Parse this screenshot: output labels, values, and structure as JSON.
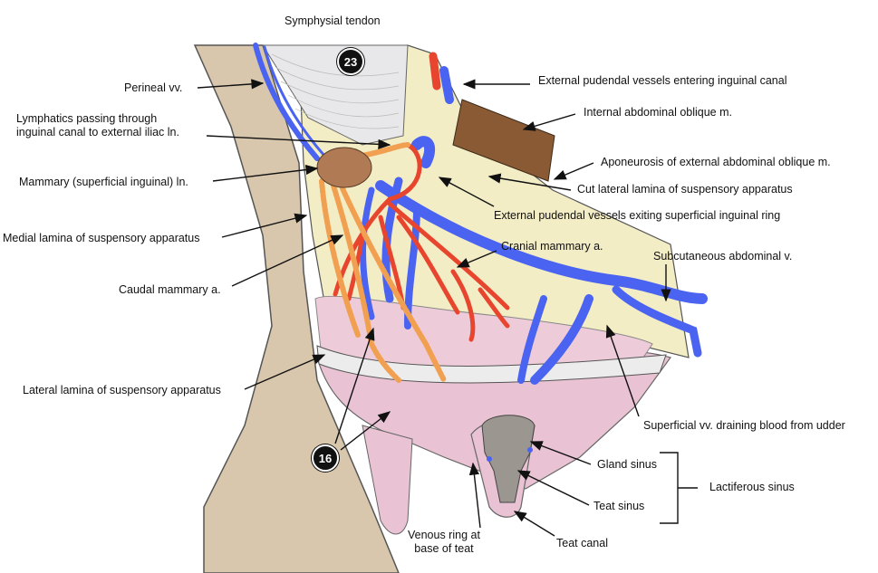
{
  "labels": {
    "symphysial_tendon": "Symphysial tendon",
    "perineal_vv": "Perineal vv.",
    "lymphatics": "Lymphatics passing through\ninguinal canal to external iliac ln.",
    "mammary_ln": "Mammary (superficial inguinal) ln.",
    "medial_lamina": "Medial lamina of suspensory apparatus",
    "caudal_mammary_a": "Caudal mammary a.",
    "lateral_lamina": "Lateral lamina of suspensory apparatus",
    "ext_pudendal_entering": "External pudendal vessels entering inguinal canal",
    "internal_oblique": "Internal abdominal oblique m.",
    "aponeurosis_ext_oblique": "Aponeurosis of external abdominal oblique m.",
    "cut_lateral_lamina": "Cut lateral lamina of suspensory apparatus",
    "ext_pudendal_exiting": "External pudendal vessels exiting superficial inguinal ring",
    "cranial_mammary_a": "Cranial mammary a.",
    "subcutaneous_abdominal_v": "Subcutaneous abdominal v.",
    "superficial_vv": "Superficial vv. draining blood from udder",
    "gland_sinus": "Gland sinus",
    "teat_sinus": "Teat sinus",
    "lactiferous_sinus": "Lactiferous sinus",
    "teat_canal": "Teat canal",
    "venous_ring": "Venous ring at\nbase of teat"
  },
  "badges": {
    "b23": "23",
    "b16": "16"
  },
  "colors": {
    "skin": "#d8c7ad",
    "fascia": "#f3edc6",
    "tendon": "#e8e8ea",
    "vein": "#4a63f0",
    "artery": "#e8452f",
    "lymph": "#f0a050",
    "udder": "#e9c3d3",
    "gland": "#eecbd8",
    "muscle": "#8a5a35",
    "lymphnode": "#b07a55"
  }
}
